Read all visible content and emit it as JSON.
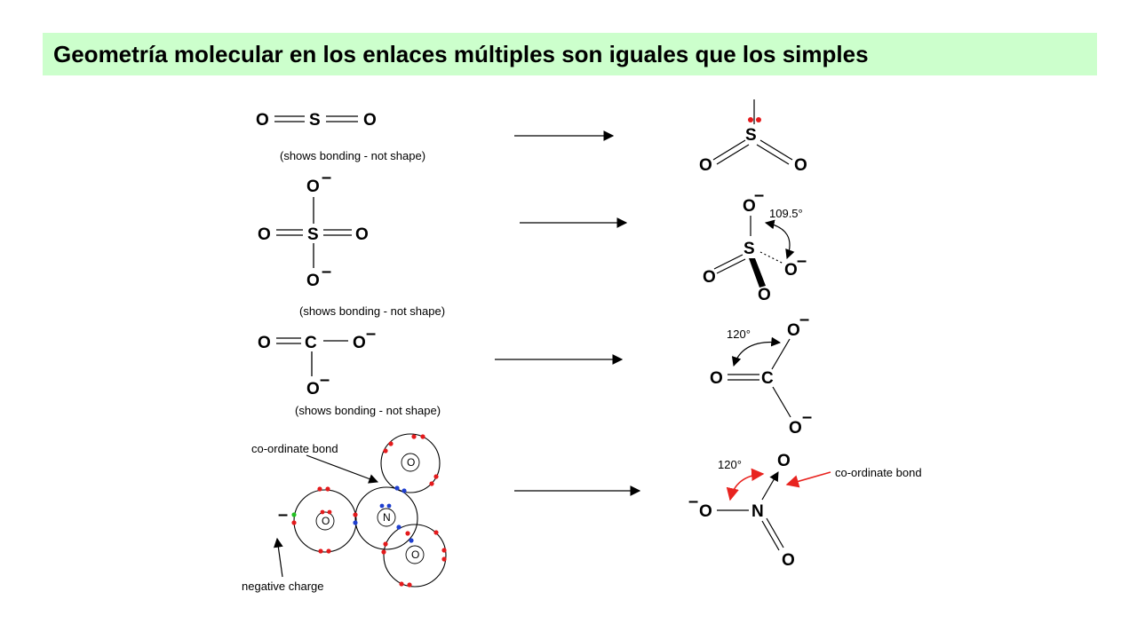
{
  "title": "Geometría molecular en los enlaces múltiples son iguales que los simples",
  "caption": "(shows bonding - not shape)",
  "atoms": {
    "O": "O",
    "S": "S",
    "C": "C",
    "N": "N"
  },
  "charge_minus": "–",
  "angles": {
    "tetrahedral": "109.5°",
    "trigonal": "120°"
  },
  "labels": {
    "coordinate_bond": "co-ordinate bond",
    "negative_charge": "negative charge"
  },
  "colors": {
    "banner": "#ccffcc",
    "electron_red": "#e41a1c",
    "electron_blue": "#1f3fcf",
    "electron_green": "#22c022",
    "annotation_red": "#e8231f"
  }
}
